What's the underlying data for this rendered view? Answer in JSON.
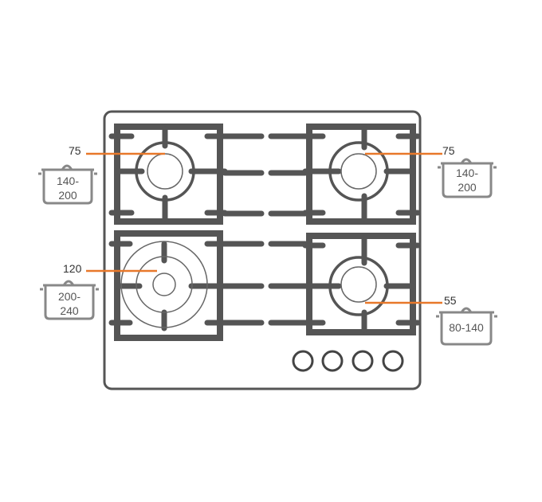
{
  "colors": {
    "outline": "#555555",
    "leader": "#e8782a",
    "pot": "#888888"
  },
  "burners": [
    {
      "id": "top-left",
      "label": "75",
      "pot_line1": "140-",
      "pot_line2": "200"
    },
    {
      "id": "bottom-left",
      "label": "120",
      "pot_line1": "200-",
      "pot_line2": "240"
    },
    {
      "id": "top-right",
      "label": "75",
      "pot_line1": "140-",
      "pot_line2": "200"
    },
    {
      "id": "bottom-right",
      "label": "55",
      "pot_line1": "80-140",
      "pot_line2": ""
    }
  ],
  "knobs": 4
}
